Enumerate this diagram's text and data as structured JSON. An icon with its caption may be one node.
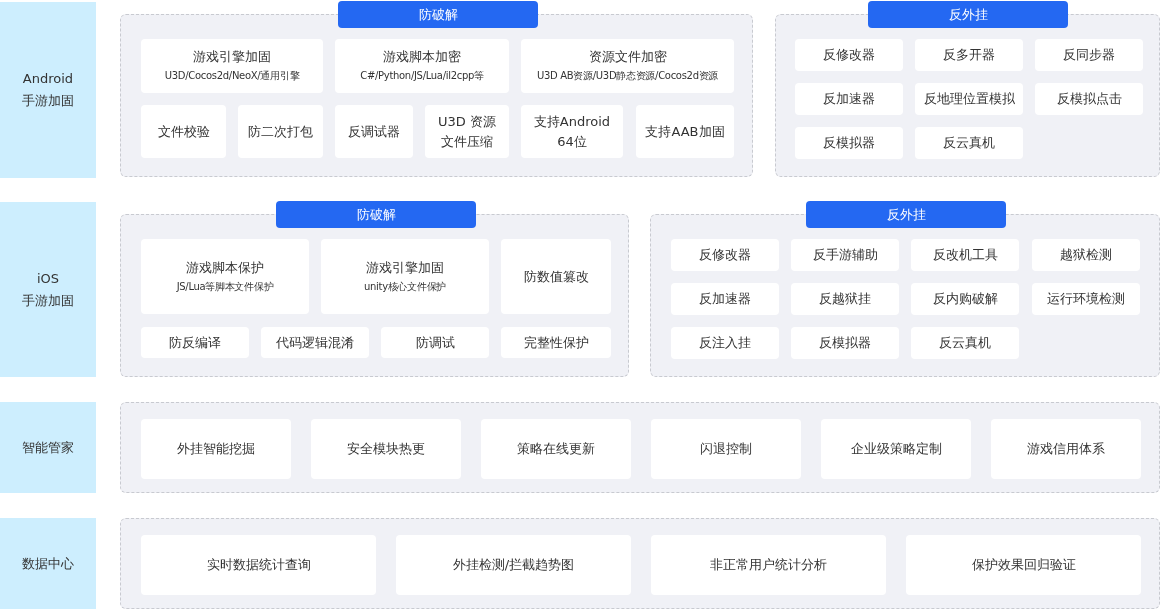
{
  "diagram": {
    "nodes": [
      {
        "text": [
          "Android 手游加固"
        ]
      },
      {
        "text": [
          "防破解"
        ]
      },
      {
        "text": [
          "游戏引擎加固",
          "U3D/Cocos2d/NeoX/通用引擎"
        ],
        "in": 1
      },
      {
        "text": [
          "游戏脚本加密",
          "C#/Python/JS/Lua/il2cpp等"
        ],
        "in": 1
      },
      {
        "text": [
          "资源文件加密",
          "U3D AB资源/U3D静态资源/Cocos2d资源"
        ],
        "in": 1
      },
      {
        "text": [
          "文件校验"
        ],
        "in": 1
      },
      {
        "text": [
          "防二次打包"
        ],
        "in": 1
      },
      {
        "text": [
          "反调试器"
        ],
        "in": 1
      },
      {
        "text": [
          "U3D 资源文件压缩"
        ],
        "in": 1
      },
      {
        "text": [
          "支持Android 64位"
        ],
        "in": 1
      },
      {
        "text": [
          "支持AAB加固"
        ],
        "in": 1
      },
      {
        "text": [
          "反外挂"
        ]
      },
      {
        "text": [
          "反修改器"
        ],
        "in": 11
      },
      {
        "text": [
          "反多开器"
        ],
        "in": 11
      },
      {
        "text": [
          "反同步器"
        ],
        "in": 11
      },
      {
        "text": [
          "反加速器"
        ],
        "in": 11
      },
      {
        "text": [
          "反地理位置模拟"
        ],
        "in": 11
      },
      {
        "text": [
          "反模拟点击"
        ],
        "in": 11
      },
      {
        "text": [
          "反模拟器"
        ],
        "in": 11
      },
      {
        "text": [
          "反云真机"
        ],
        "in": 11
      },
      {
        "text": [
          "iOS 手游加固"
        ]
      },
      {
        "text": [
          "防破解"
        ]
      },
      {
        "text": [
          "游戏脚本保护",
          "JS/Lua等脚本文件保护"
        ],
        "in": 21
      },
      {
        "text": [
          "游戏引擎加固",
          "unity核心文件保护"
        ],
        "in": 21
      },
      {
        "text": [
          "防数值篡改"
        ],
        "in": 21
      },
      {
        "text": [
          "防反编译"
        ],
        "in": 21
      },
      {
        "text": [
          "代码逻辑混淆"
        ],
        "in": 21
      },
      {
        "text": [
          "防调试"
        ],
        "in": 21
      },
      {
        "text": [
          "完整性保护"
        ],
        "in": 21
      },
      {
        "text": [
          "反外挂"
        ]
      },
      {
        "text": [
          "反修改器"
        ],
        "in": 29
      },
      {
        "text": [
          "反手游辅助"
        ],
        "in": 29
      },
      {
        "text": [
          "反改机工具"
        ],
        "in": 29
      },
      {
        "text": [
          "越狱检测"
        ],
        "in": 29
      },
      {
        "text": [
          "反加速器"
        ],
        "in": 29
      },
      {
        "text": [
          "反越狱挂"
        ],
        "in": 29
      },
      {
        "text": [
          "反内购破解"
        ],
        "in": 29
      },
      {
        "text": [
          "运行环境检测"
        ],
        "in": 29
      },
      {
        "text": [
          "反注入挂"
        ],
        "in": 29
      },
      {
        "text": [
          "反模拟器"
        ],
        "in": 29
      },
      {
        "text": [
          "反云真机"
        ],
        "in": 29
      },
      {
        "text": [
          "智能管家"
        ]
      },
      {
        "text": [],
        "shape": "box"
      },
      {
        "text": [
          "外挂智能挖掘"
        ],
        "in": 42
      },
      {
        "text": [
          "安全模块热更"
        ],
        "in": 42
      },
      {
        "text": [
          "策略在线更新"
        ],
        "in": 42
      },
      {
        "text": [
          "闪退控制"
        ],
        "in": 42
      },
      {
        "text": [
          "企业级策略定制"
        ],
        "in": 42
      },
      {
        "text": [
          "游戏信用体系"
        ],
        "in": 42
      },
      {
        "text": [
          "数据中心"
        ]
      },
      {
        "text": [],
        "shape": "box"
      },
      {
        "text": [
          "实时数据统计查询"
        ],
        "in": 50
      },
      {
        "text": [
          "外挂检测/拦截趋势图"
        ],
        "in": 50
      },
      {
        "text": [
          "非正常用户统计分析"
        ],
        "in": 50
      },
      {
        "text": [
          "保护效果回归验证"
        ],
        "in": 50
      }
    ]
  }
}
